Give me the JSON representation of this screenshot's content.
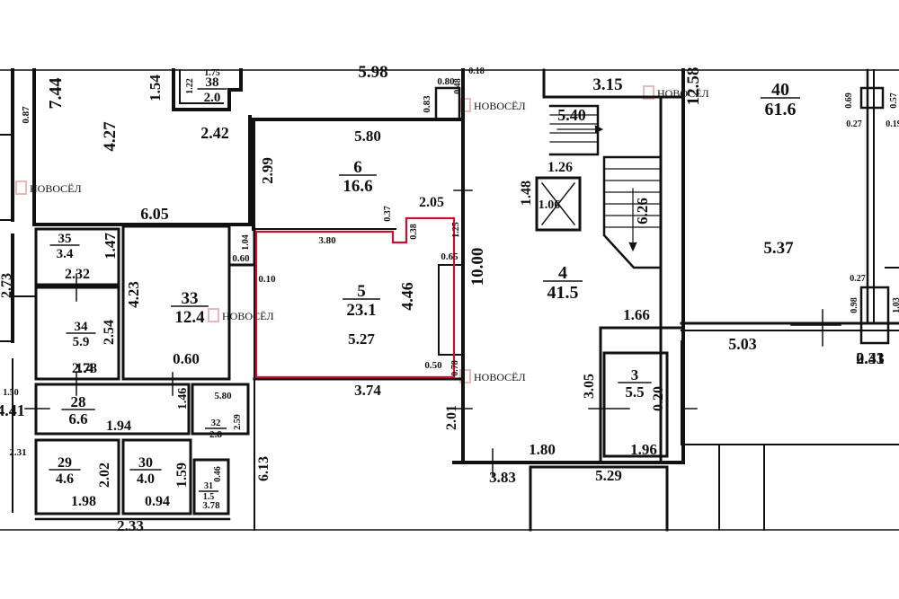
{
  "colors": {
    "background": "#ffffff",
    "wall": "#111111",
    "highlight": "#c8102e",
    "watermark": "#e9b9b9"
  },
  "watermark": "НОВОСЁЛ",
  "rooms": [
    {
      "id": "38",
      "number": "38",
      "area": "2.0"
    },
    {
      "id": "6",
      "number": "6",
      "area": "16.6"
    },
    {
      "id": "35",
      "number": "35",
      "area": "3.4"
    },
    {
      "id": "33",
      "number": "33",
      "area": "12.4"
    },
    {
      "id": "5",
      "number": "5",
      "area": "23.1"
    },
    {
      "id": "34",
      "number": "34",
      "area": "5.9"
    },
    {
      "id": "28",
      "number": "28",
      "area": "6.6"
    },
    {
      "id": "32",
      "number": "32",
      "area": "2.8"
    },
    {
      "id": "29",
      "number": "29",
      "area": "4.6"
    },
    {
      "id": "30",
      "number": "30",
      "area": "4.0"
    },
    {
      "id": "31",
      "number": "31",
      "area": "1.5"
    },
    {
      "id": "4",
      "number": "4",
      "area": "41.5"
    },
    {
      "id": "3",
      "number": "3",
      "area": "5.5"
    },
    {
      "id": "40",
      "number": "40",
      "area": "61.6"
    }
  ],
  "dimensions": [
    "7.44",
    "0.87",
    "1.54",
    "1.22",
    "1.75",
    "5.98",
    "0.18",
    "0.80",
    "0.48",
    "0.83",
    "3.15",
    "12.58",
    "0.69",
    "0.57",
    "4.27",
    "2.42",
    "5.40",
    "0.27",
    "0.19",
    "5.80",
    "2.99",
    "1.26",
    "1.48",
    "6.26",
    "2.05",
    "0.37",
    "6.05",
    "1.47",
    "3.80",
    "0.38",
    "1.25",
    "1.04",
    "2.32",
    "0.60",
    "0.10",
    "0.65",
    "10.00",
    "5.37",
    "0.27",
    "2.73",
    "4.23",
    "4.46",
    "1.66",
    "0.98",
    "1.03",
    "2.54",
    "5.27",
    "5.03",
    "2.33",
    "2.78",
    "0.60",
    "0.50",
    "0.78",
    "0.41",
    "1.50",
    "1.46",
    "5.80",
    "3.74",
    "3.05",
    "0.20",
    "4.41",
    "1.94",
    "2.59",
    "2.01",
    "2.02",
    "1.59",
    "0.46",
    "2.31",
    "1.98",
    "0.94",
    "3.78",
    "1.80",
    "1.96",
    "3.83",
    "5.29",
    "6.13",
    "2.33",
    "1.4",
    "1.06"
  ]
}
